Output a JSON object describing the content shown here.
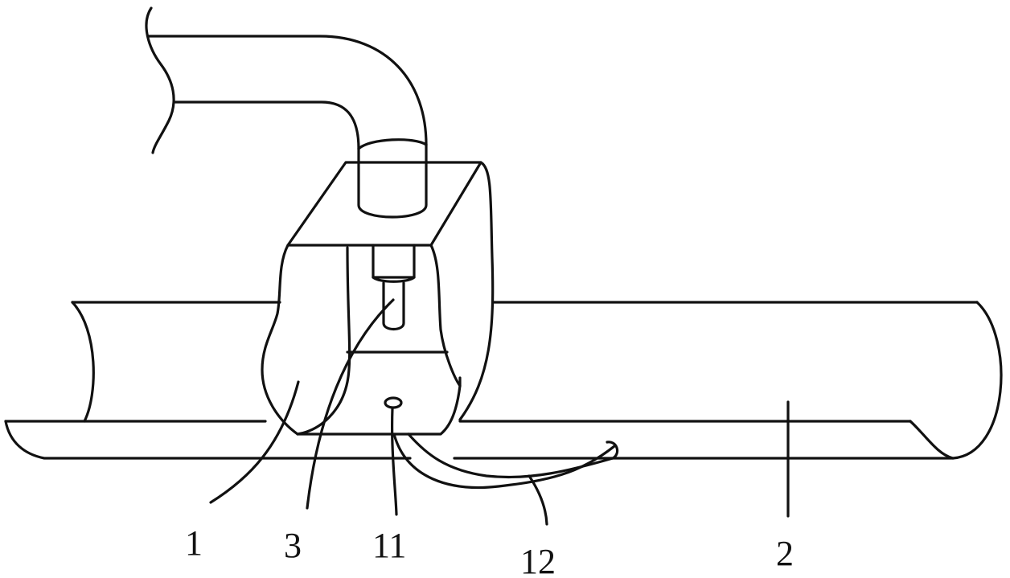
{
  "labels": {
    "part_1": "1",
    "part_3": "3",
    "part_11": "11",
    "part_12": "12",
    "part_2": "2"
  }
}
